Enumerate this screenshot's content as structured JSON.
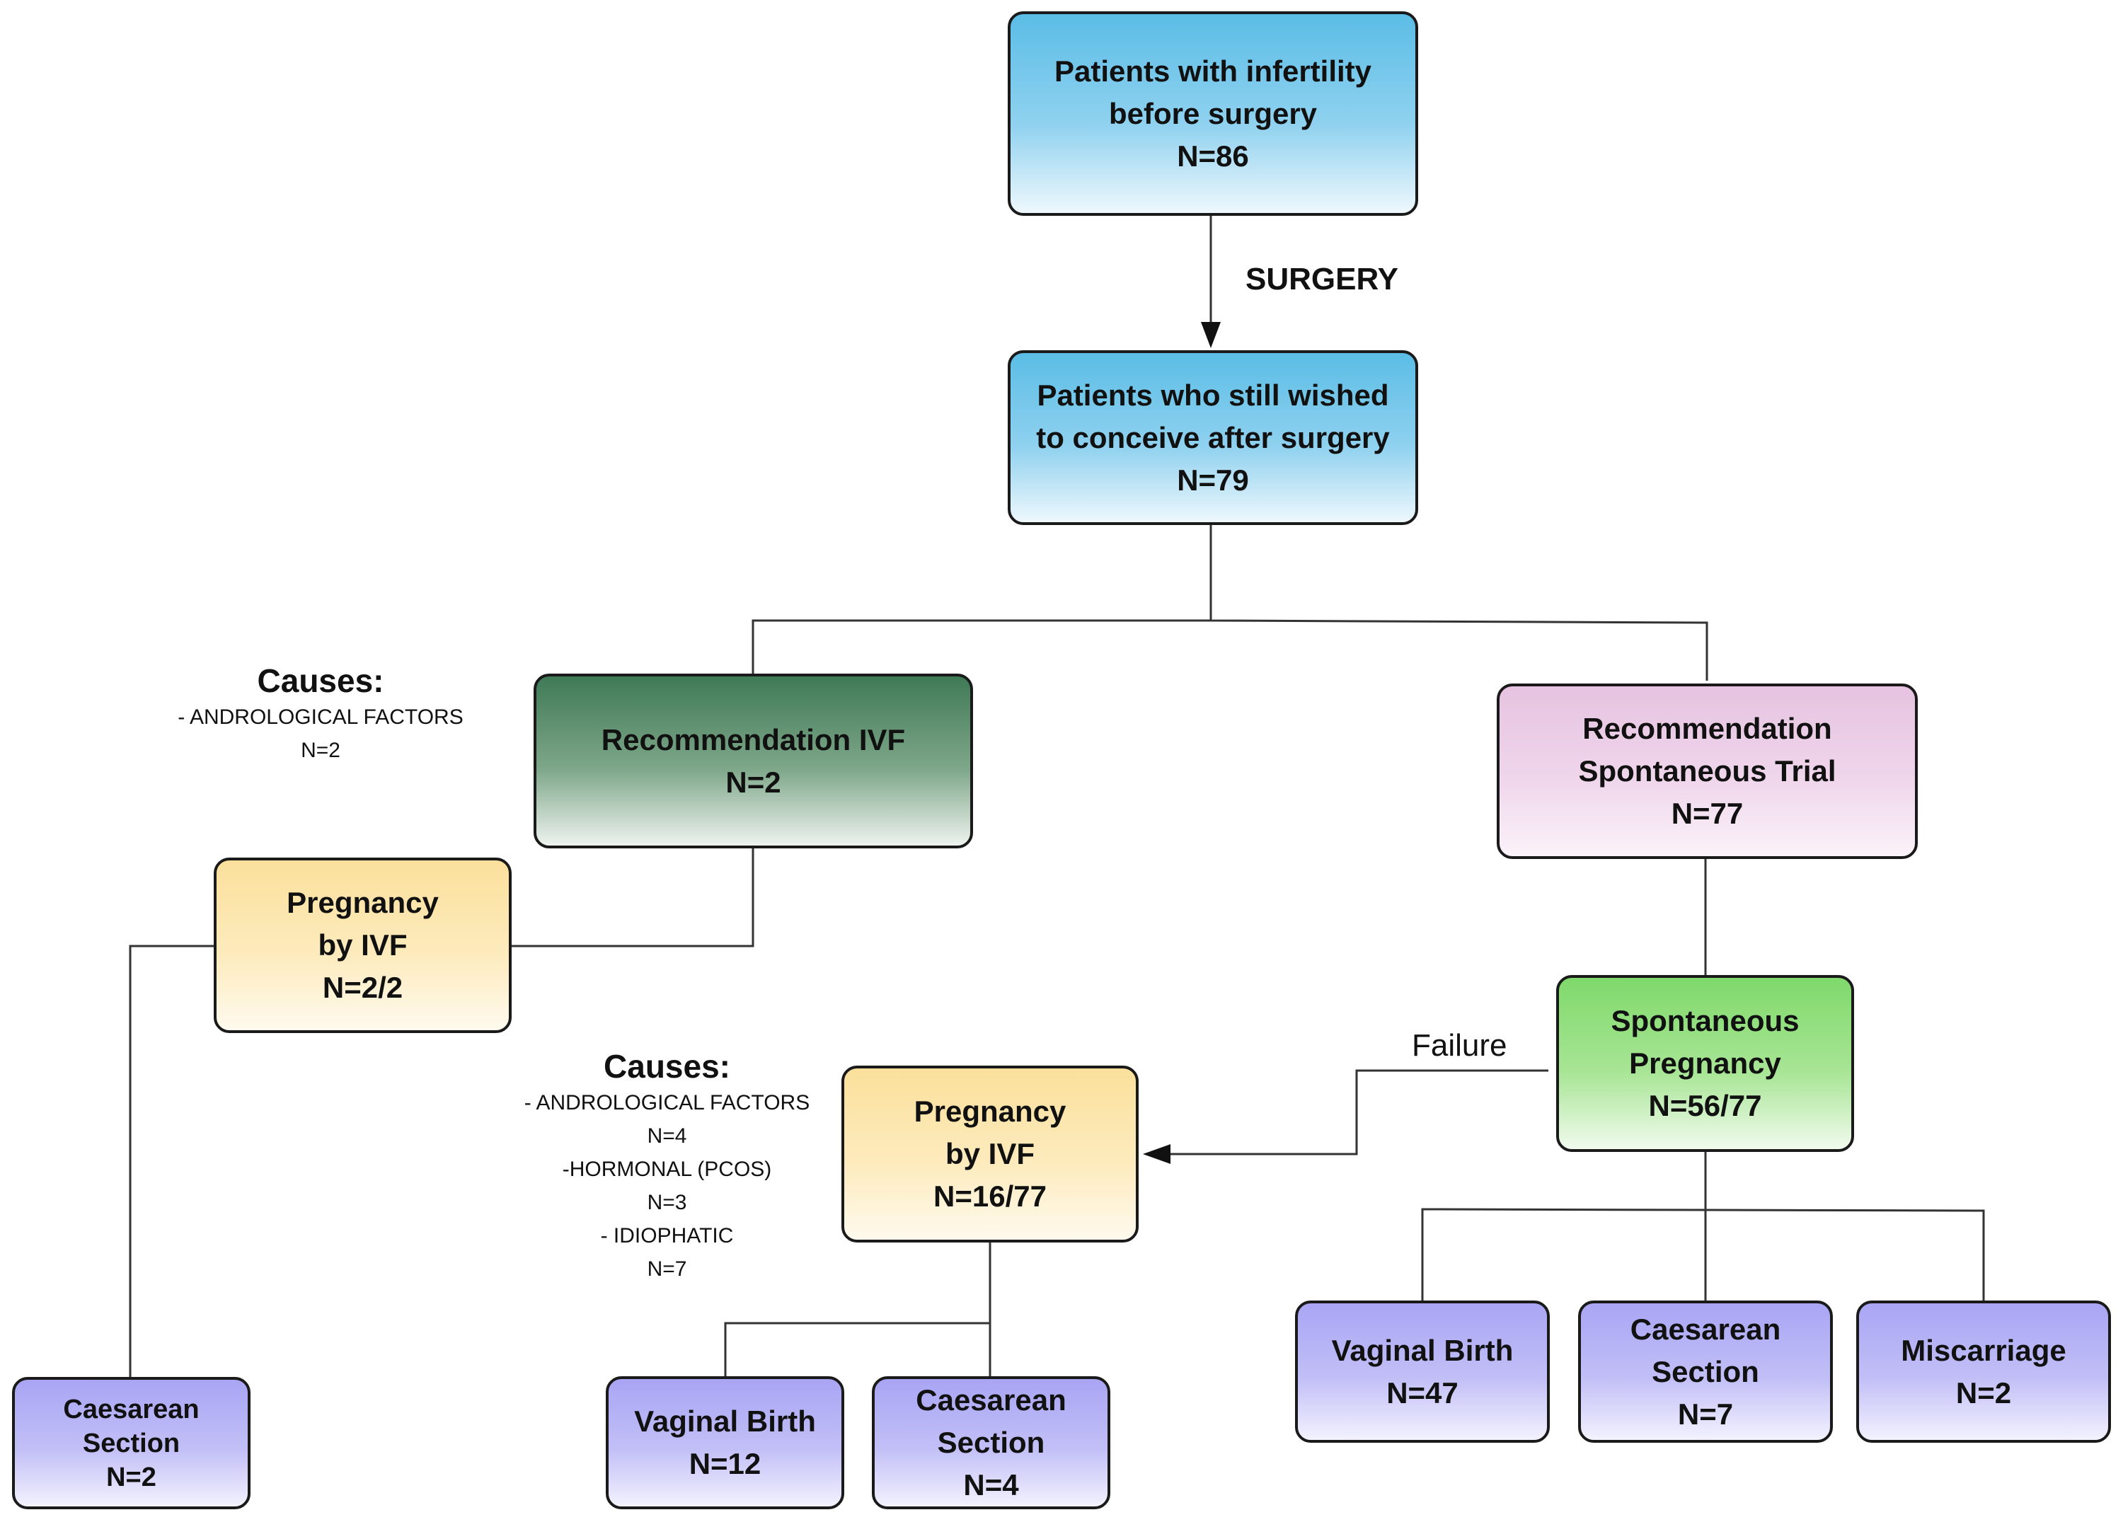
{
  "nodes": {
    "infertility": {
      "lines": [
        "Patients with infertility",
        "before surgery",
        "N=86"
      ]
    },
    "still_wish": {
      "lines": [
        "Patients who still wished",
        "to conceive after surgery",
        "N=79"
      ]
    },
    "rec_ivf": {
      "lines": [
        "Recommendation IVF",
        "N=2"
      ]
    },
    "rec_spont": {
      "lines": [
        "Recommendation",
        "Spontaneous Trial",
        "N=77"
      ]
    },
    "preg_ivf_a": {
      "lines": [
        "Pregnancy",
        "by IVF",
        "N=2/2"
      ]
    },
    "spont_preg": {
      "lines": [
        "Spontaneous",
        "Pregnancy",
        "N=56/77"
      ]
    },
    "preg_ivf_b": {
      "lines": [
        "Pregnancy",
        "by IVF",
        "N=16/77"
      ]
    },
    "cs_a": {
      "lines": [
        "Caesarean",
        "Section",
        "N=2"
      ]
    },
    "vb_b": {
      "lines": [
        "Vaginal Birth",
        "N=12"
      ]
    },
    "cs_b": {
      "lines": [
        "Caesarean",
        "Section",
        "N=4"
      ]
    },
    "vb_c": {
      "lines": [
        "Vaginal Birth",
        "N=47"
      ]
    },
    "cs_c": {
      "lines": [
        "Caesarean",
        "Section",
        "N=7"
      ]
    },
    "misc_c": {
      "lines": [
        "Miscarriage",
        "N=2"
      ]
    }
  },
  "edge_labels": {
    "surgery": "SURGERY",
    "failure": "Failure"
  },
  "causes_a": {
    "title": "Causes:",
    "items": [
      "- ANDROLOGICAL FACTORS",
      "N=2"
    ]
  },
  "causes_b": {
    "title": "Causes:",
    "items": [
      "- ANDROLOGICAL FACTORS",
      "N=4",
      "-HORMONAL (PCOS)",
      "N=3",
      "- IDIOPHATIC",
      "N=7"
    ]
  },
  "colors": {
    "blue": "#5bbde6",
    "dark_green": "#3f7a56",
    "pink": "#e6c3e1",
    "yellow": "#fbe09c",
    "lime": "#7fd96b",
    "purple": "#a9a5f4",
    "line": "#333333"
  }
}
